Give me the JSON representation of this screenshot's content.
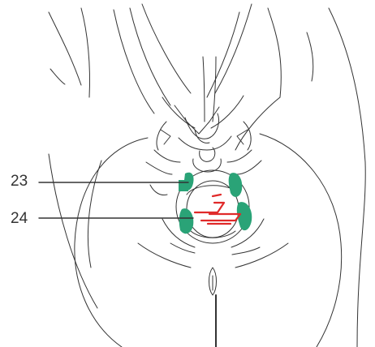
{
  "labels": [
    {
      "id": "23",
      "text": "23"
    },
    {
      "id": "24",
      "text": "24"
    }
  ],
  "colors": {
    "line": "#333333",
    "green": "#2aa377",
    "red": "#e02a2a",
    "background": "#ffffff"
  }
}
